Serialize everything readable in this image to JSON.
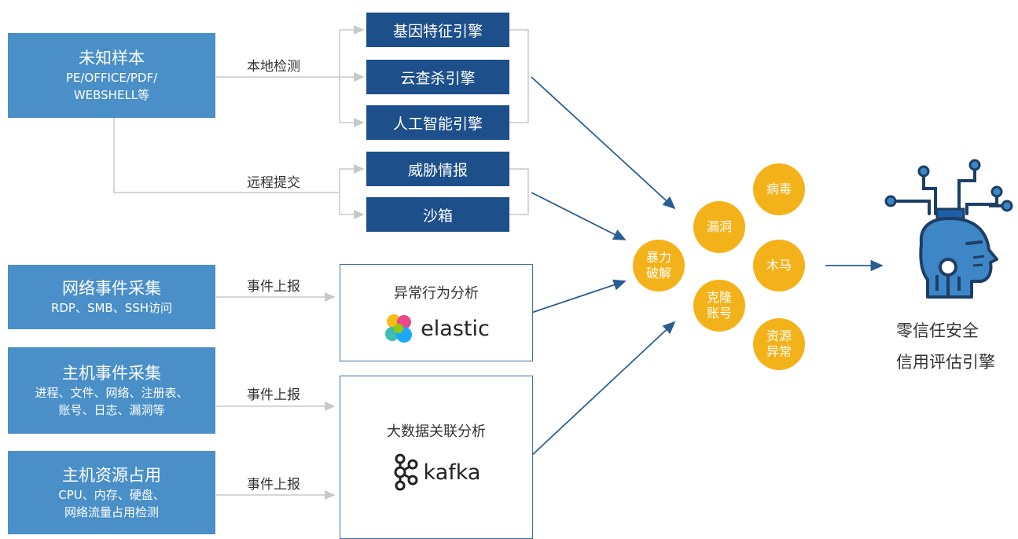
{
  "sources": [
    {
      "title": "未知样本",
      "sub1": "PE/OFFICE/PDF/",
      "sub2": "WEBSHELL等"
    },
    {
      "title": "网络事件采集",
      "sub1": "RDP、SMB、SSH访问",
      "sub2": ""
    },
    {
      "title": "主机事件采集",
      "sub1": "进程、文件、网络、注册表、",
      "sub2": "账号、日志、漏洞等"
    },
    {
      "title": "主机资源占用",
      "sub1": "CPU、内存、硬盘、",
      "sub2": "网络流量占用检测"
    }
  ],
  "edge_labels": {
    "local": "本地检测",
    "remote": "远程提交",
    "report1": "事件上报",
    "report2": "事件上报",
    "report3": "事件上报"
  },
  "engines": [
    "基因特征引擎",
    "云查杀引擎",
    "人工智能引擎",
    "威胁情报",
    "沙箱"
  ],
  "analysis": [
    {
      "title": "异常行为分析",
      "logo": "elastic"
    },
    {
      "title": "大数据关联分析",
      "logo": "kafka"
    }
  ],
  "threats": [
    "暴力破解",
    "漏洞",
    "病毒",
    "木马",
    "克隆账号",
    "资源异常"
  ],
  "result": {
    "line1": "零信任安全",
    "line2": "信用评估引擎"
  },
  "colors": {
    "source": "#4a8fc8",
    "engine": "#1d4f8b",
    "threat": "#f4b21a",
    "arrow": "#2a5d94",
    "connector": "#c8c8c8"
  }
}
